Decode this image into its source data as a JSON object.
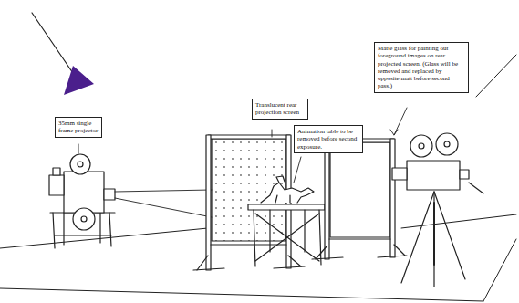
{
  "diagram": {
    "nodes": [
      {
        "text": [
          "35mm single frame projector"
        ]
      },
      {
        "text": [
          "Translucent rear projection screen"
        ]
      },
      {
        "text": [
          "Animation table to be removed before second exposure."
        ]
      },
      {
        "text": [
          "Matte glass for painting out foreground images on rear projected screen. (Glass will be removed and replaced by opposite matt before second pass.)"
        ]
      }
    ]
  }
}
